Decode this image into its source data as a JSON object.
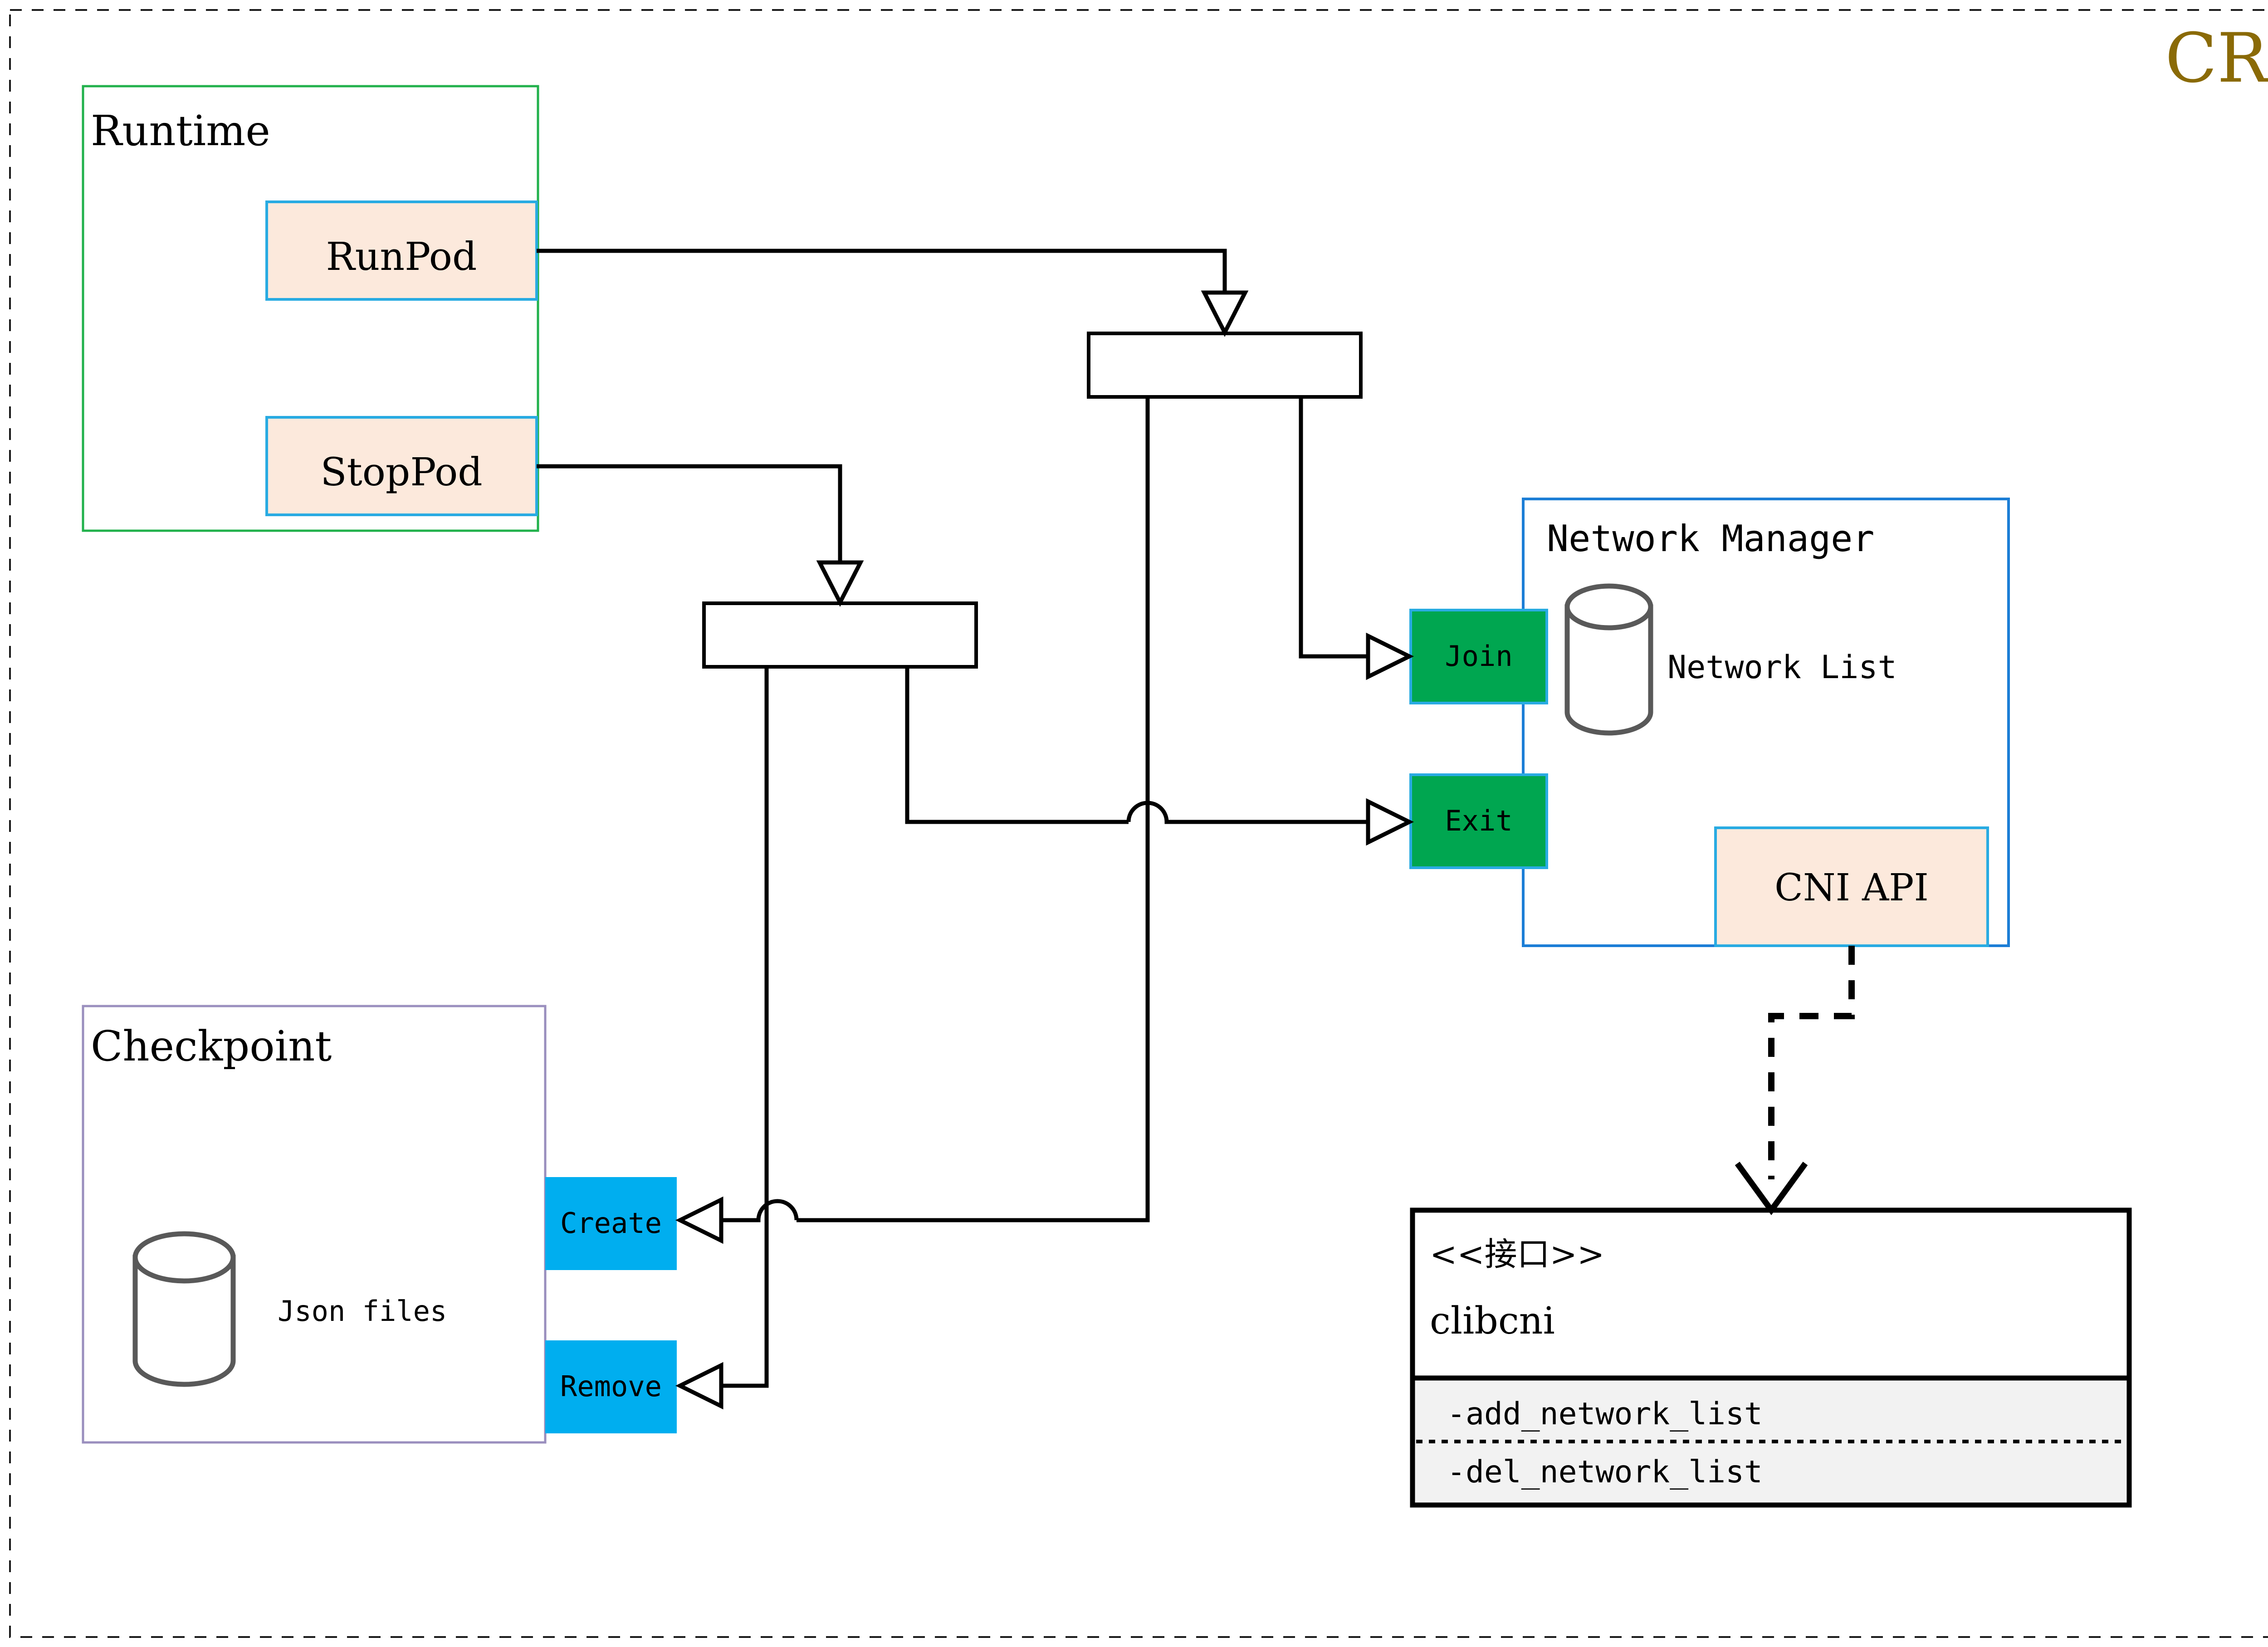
{
  "title": {
    "text": "CRI",
    "color": "#8a6a06"
  },
  "groups": {
    "runtime": {
      "label": "Runtime",
      "border_color": "#22b14c"
    },
    "checkpoint": {
      "label": "Checkpoint",
      "border_color": "#9a8fbe"
    },
    "network_manager": {
      "label": "Network Manager",
      "border_color": "#1c7ed6"
    }
  },
  "nodes": {
    "run_pod": {
      "label": "RunPod",
      "fill": "#fce9dc",
      "border": "#29abe2"
    },
    "stop_pod": {
      "label": "StopPod",
      "fill": "#fce9dc",
      "border": "#29abe2"
    },
    "join": {
      "label": "Join",
      "fill": "#00a650",
      "border": "#29abe2"
    },
    "exit": {
      "label": "Exit",
      "fill": "#00a650",
      "border": "#29abe2"
    },
    "cni_api": {
      "label": "CNI API",
      "fill": "#fce9dc",
      "border": "#29abe2"
    },
    "create": {
      "label": "Create",
      "fill": "#00aeef"
    },
    "remove": {
      "label": "Remove",
      "fill": "#00aeef"
    }
  },
  "datastores": {
    "network_list": {
      "label": "Network List",
      "icon": "cylinder-database-icon"
    },
    "json_files": {
      "label": "Json files",
      "icon": "cylinder-database-icon"
    }
  },
  "interface": {
    "stereotype": "<<接口>>",
    "name": "clibcni",
    "methods": [
      "-add_network_list",
      "-del_network_list"
    ]
  },
  "junctions": {
    "top": {
      "label": ""
    },
    "left": {
      "label": ""
    }
  }
}
